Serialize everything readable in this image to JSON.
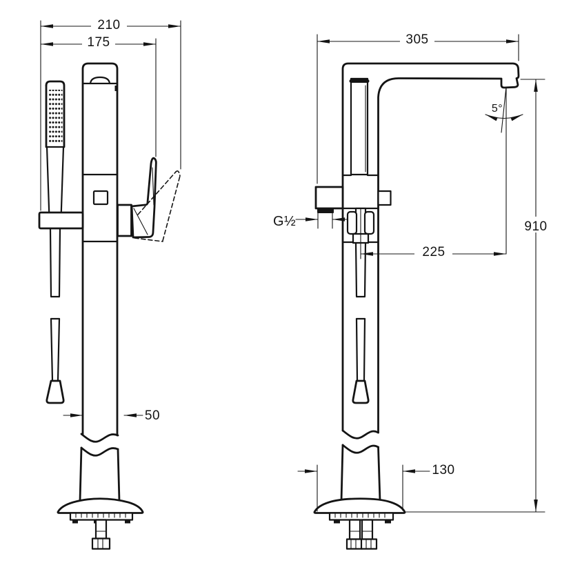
{
  "drawing": {
    "description": "Technical dimensional drawing of a floor-standing bath mixer with hand shower, front and side views",
    "line_color": "#141414",
    "background_color": "#ffffff",
    "dims": {
      "overall_width": "210",
      "width_to_handle": "175",
      "column_width": "50",
      "spout_reach": "305",
      "spout_angle": "5°",
      "thread_size": "G½",
      "spout_to_hose_offset": "225",
      "overall_height": "910",
      "base_width": "130"
    }
  }
}
